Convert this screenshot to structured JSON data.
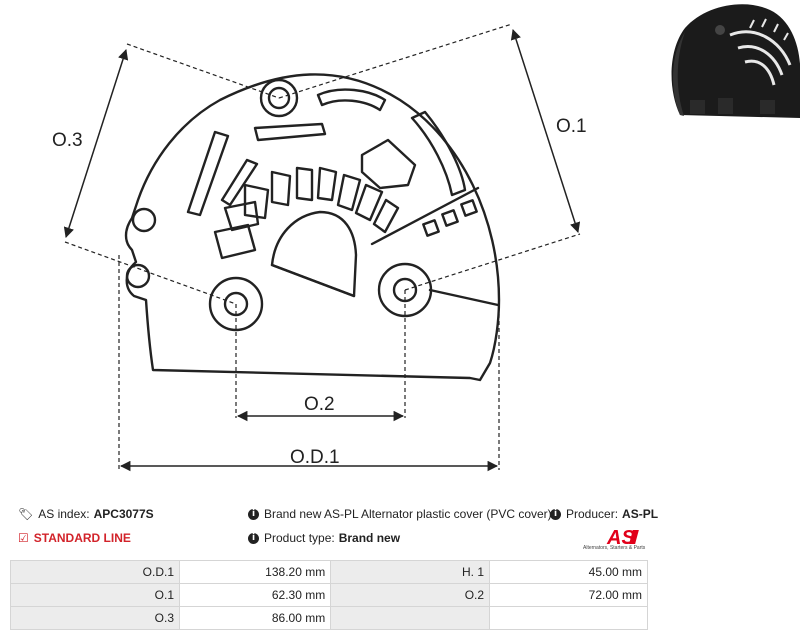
{
  "diagram": {
    "labels": {
      "o3": "O.3",
      "o1": "O.1",
      "o2": "O.2",
      "od1": "O.D.1"
    }
  },
  "info": {
    "as_index_label": "AS index:",
    "as_index_value": "APC3077S",
    "description": "Brand new AS-PL Alternator plastic cover (PVC cover)",
    "producer_label": "Producer:",
    "producer_value": "AS-PL",
    "standard_line": "STANDARD LINE",
    "product_type_label": "Product type:",
    "product_type_value": "Brand new",
    "logo_text": "AS",
    "logo_tagline": "Alternators, Starters & Parts"
  },
  "specs": [
    {
      "label": "O.D.1",
      "value": "138.20 mm",
      "label2": "H. 1",
      "value2": "45.00 mm"
    },
    {
      "label": "O.1",
      "value": "62.30 mm",
      "label2": "O.2",
      "value2": "72.00 mm"
    },
    {
      "label": "O.3",
      "value": "86.00 mm",
      "label2": "",
      "value2": ""
    }
  ],
  "colors": {
    "standard_red": "#d2232a",
    "table_label_bg": "#ececec",
    "table_border": "#d5d5d5",
    "logo_red": "#e1001a"
  },
  "icons": {
    "tag": "tag-icon",
    "check": "checkbox-icon",
    "info": "info-icon"
  }
}
